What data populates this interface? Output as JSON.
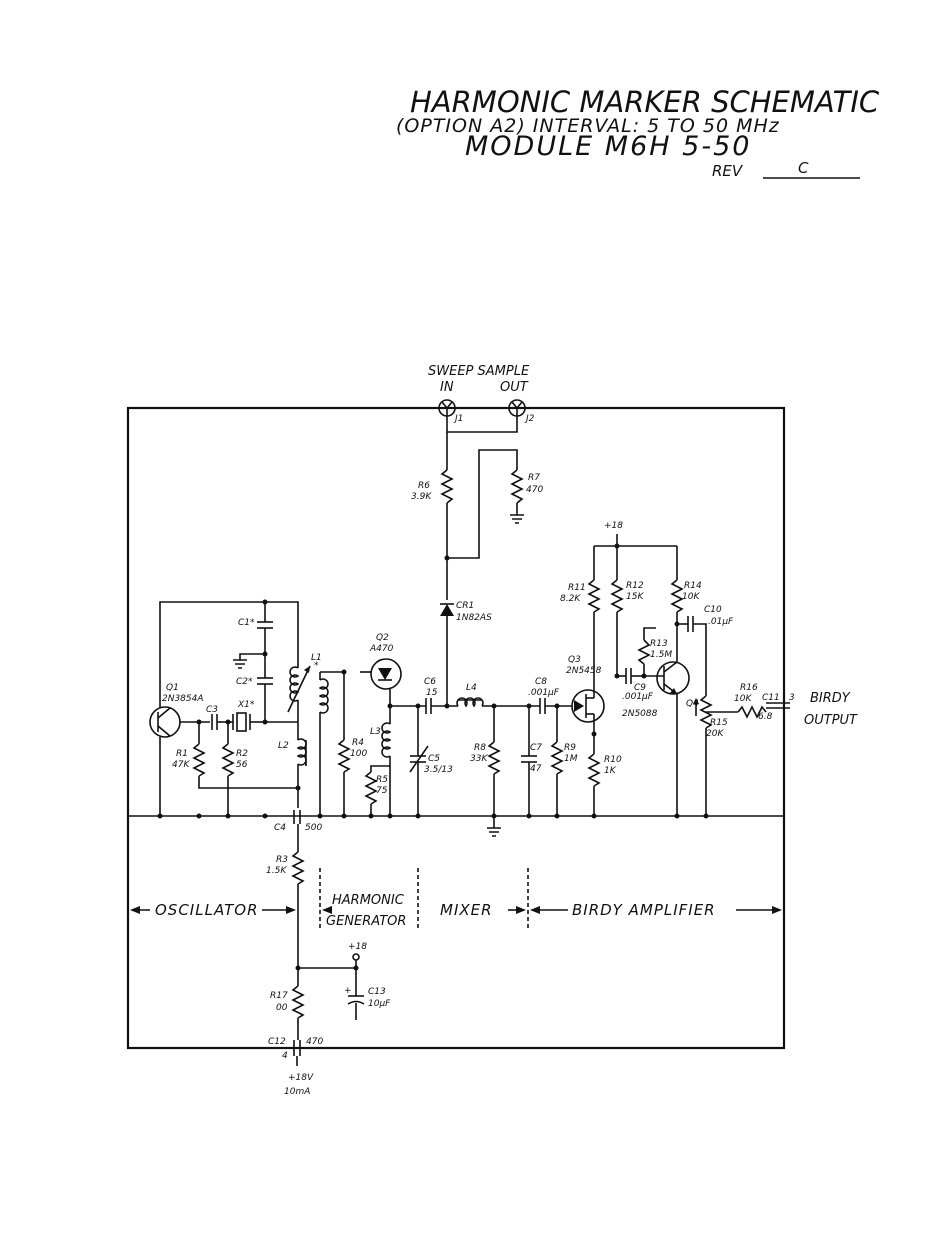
{
  "title": {
    "line1": "HARMONIC MARKER SCHEMATIC",
    "line2": "(OPTION A2)  INTERVAL: 5 TO 50 MHz",
    "line3": "MODULE M6H 5-50",
    "rev_label": "REV",
    "rev_value": "C"
  },
  "connectors": {
    "heading": "SWEEP SAMPLE",
    "in_label": "IN",
    "out_label": "OUT",
    "j1": "J1",
    "j2": "J2",
    "birdy_output_1": "BIRDY",
    "birdy_output_2": "OUTPUT"
  },
  "components": {
    "r1": "R1",
    "r1_val": "47K",
    "r2": "R2",
    "r2_val": "56",
    "r3": "R3",
    "r3_val": "1.5K",
    "r4": "R4",
    "r4_val": "100",
    "r5": "R5",
    "r5_val": "75",
    "r6": "R6",
    "r6_val": "3.9K",
    "r7": "R7",
    "r7_val": "470",
    "r8": "R8",
    "r8_val": "33K",
    "r9": "R9",
    "r9_val": "1M",
    "r10": "R10",
    "r10_val": "1K",
    "r11": "R11",
    "r11_val": "8.2K",
    "r12": "R12",
    "r12_val": "15K",
    "r13": "R13",
    "r13_val": "1.5M",
    "r14": "R14",
    "r14_val": "10K",
    "r15": "R15",
    "r15_val": "20K",
    "r16": "R16",
    "r16_val": "10K",
    "r17": "R17",
    "r17_val": "00",
    "c1": "C1*",
    "c2": "C2*",
    "c3": "C3",
    "c4": "C4",
    "c4_val": "500",
    "c5": "C5",
    "c5_val": "3.5/13",
    "c6": "C6",
    "c6_val": "15",
    "c7": "C7",
    "c7_val": "47",
    "c8": "C8",
    "c8_val": ".001μF",
    "c9": "C9",
    "c9_val": ".001μF",
    "c10": "C10",
    "c10_val": ".01μF",
    "c11": "C11",
    "c11_val": "3",
    "c11_val2": "6.8",
    "c12": "C12",
    "c12_val": "470",
    "c13": "C13",
    "c13_val": "10μF",
    "x1": "X1*",
    "l1": "L1",
    "l1_mark": "*",
    "l2": "L2",
    "l3": "L3",
    "l4": "L4",
    "cr1": "CR1",
    "cr1_val": "1N82AS",
    "q1": "Q1",
    "q1_val": "2N3854A",
    "q2": "Q2",
    "q2_val": "A470",
    "q3": "Q3",
    "q3_val": "2N5458",
    "q4": "Q4",
    "q4_val": "2N5088"
  },
  "power": {
    "plus18_top": "+18",
    "plus18_mid": "+18",
    "supply_1": "+18V",
    "supply_2": "10mA",
    "pin4": "4"
  },
  "sections": {
    "oscillator": "OSCILLATOR",
    "harmonic_1": "HARMONIC",
    "harmonic_2": "GENERATOR",
    "mixer": "MIXER",
    "birdy_amplifier": "BIRDY AMPLIFIER"
  }
}
